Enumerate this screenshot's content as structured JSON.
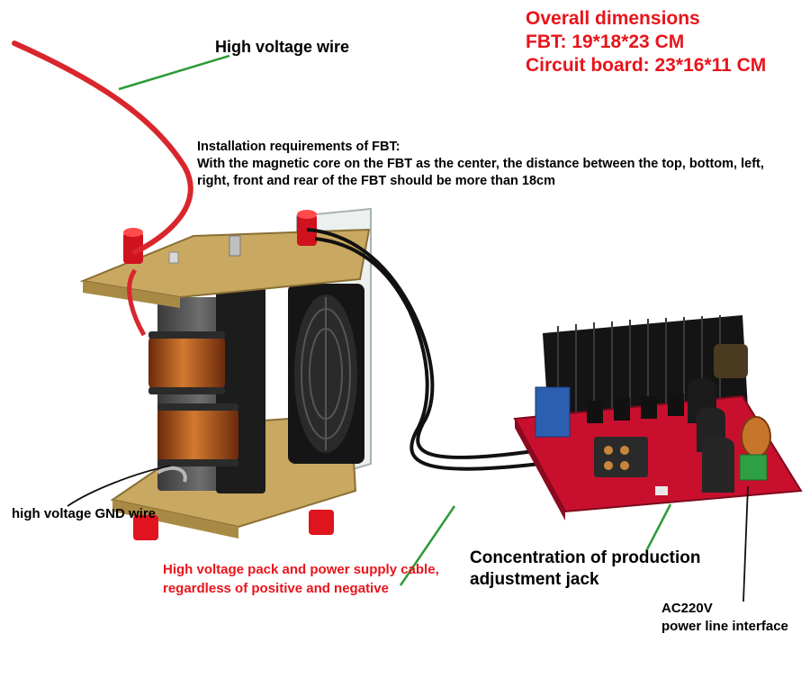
{
  "dimensions": {
    "title": "Overall dimensions",
    "fbt": "FBT: 19*18*23 CM",
    "circuit_board": "Circuit board: 23*16*11 CM"
  },
  "labels": {
    "high_voltage_wire": "High voltage wire",
    "installation_title": "Installation requirements of FBT:",
    "installation_line1": "With the magnetic core on the FBT as the center, the distance between the top, bottom, left,",
    "installation_line2": " right, front and rear of the FBT should be more than 18cm",
    "gnd_wire": "high voltage GND wire",
    "pack_line1": "High voltage pack and power supply cable,",
    "pack_line2": "regardless of positive and negative",
    "jack_line1": "Concentration of production",
    "jack_line2": "adjustment jack",
    "ac_line1": "AC220V",
    "ac_line2": "power line interface"
  },
  "colors": {
    "annotation_text": "#000000",
    "highlight_text": "#e8141b",
    "leader_line": "#2e9a3a",
    "board_red": "#c8102e",
    "fr4_board": "#c9a961",
    "heatsink": "#141414"
  }
}
